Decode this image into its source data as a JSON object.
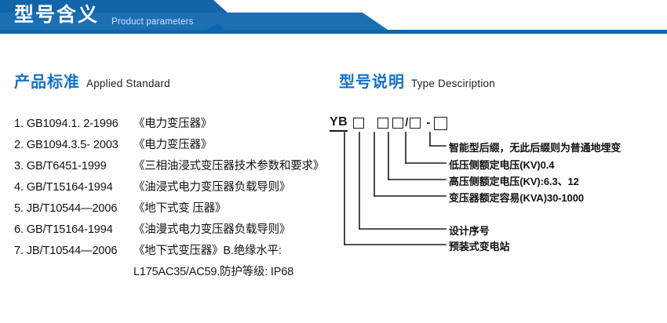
{
  "banner": {
    "title_cn": "型号含义",
    "title_en": "Product parameters",
    "color_dark": "#1265a8",
    "color_mid": "#1d6fb4",
    "color_rule": "#0d66ad"
  },
  "sections": {
    "standard": {
      "heading_cn": "产品标准",
      "heading_en": "Applied Standard",
      "accent": "#1571c6",
      "items": [
        {
          "index": "1.",
          "code": "GB1094.1. 2-1996",
          "name": "《电力变压器》"
        },
        {
          "index": "2.",
          "code": "GB1094.3.5- 2003",
          "name": "《电力变压器》"
        },
        {
          "index": "3.",
          "code": "GB/T6451-1999",
          "name": "《三相油浸式变压器技术参数和要求》"
        },
        {
          "index": "4.",
          "code": "GB/T15164-1994",
          "name": "《油浸式电力变压器负载导则》"
        },
        {
          "index": "5.",
          "code": "JB/T10544—2006",
          "name": "《地下式变 压器》"
        },
        {
          "index": "6.",
          "code": "GB/T15164-1994",
          "name": "《油漫式电力变压器负载导则》"
        },
        {
          "index": "7.",
          "code": "JB/T10544—2006",
          "name": "《地下式变压器》B.绝缘水平:"
        }
      ],
      "continuation": "L175AC35/AC59.防护等级: IP68"
    },
    "type": {
      "heading_cn": "型号说明",
      "heading_en": "Type Desciription",
      "accent": "#1571c6",
      "code_prefix": "YB",
      "code_separator_slash": "/",
      "code_separator_dash": "-",
      "callouts": [
        {
          "text": "智能型后缀，无此后缀则为普通地埋变"
        },
        {
          "text": "低压侧额定电压(KV)0.4"
        },
        {
          "text": "高压侧额定电压(KV):6.3、12"
        },
        {
          "text": "变压器额定容易(KVA)30-1000"
        },
        {
          "text": "设计序号"
        },
        {
          "text": "预装式变电站"
        }
      ]
    }
  }
}
